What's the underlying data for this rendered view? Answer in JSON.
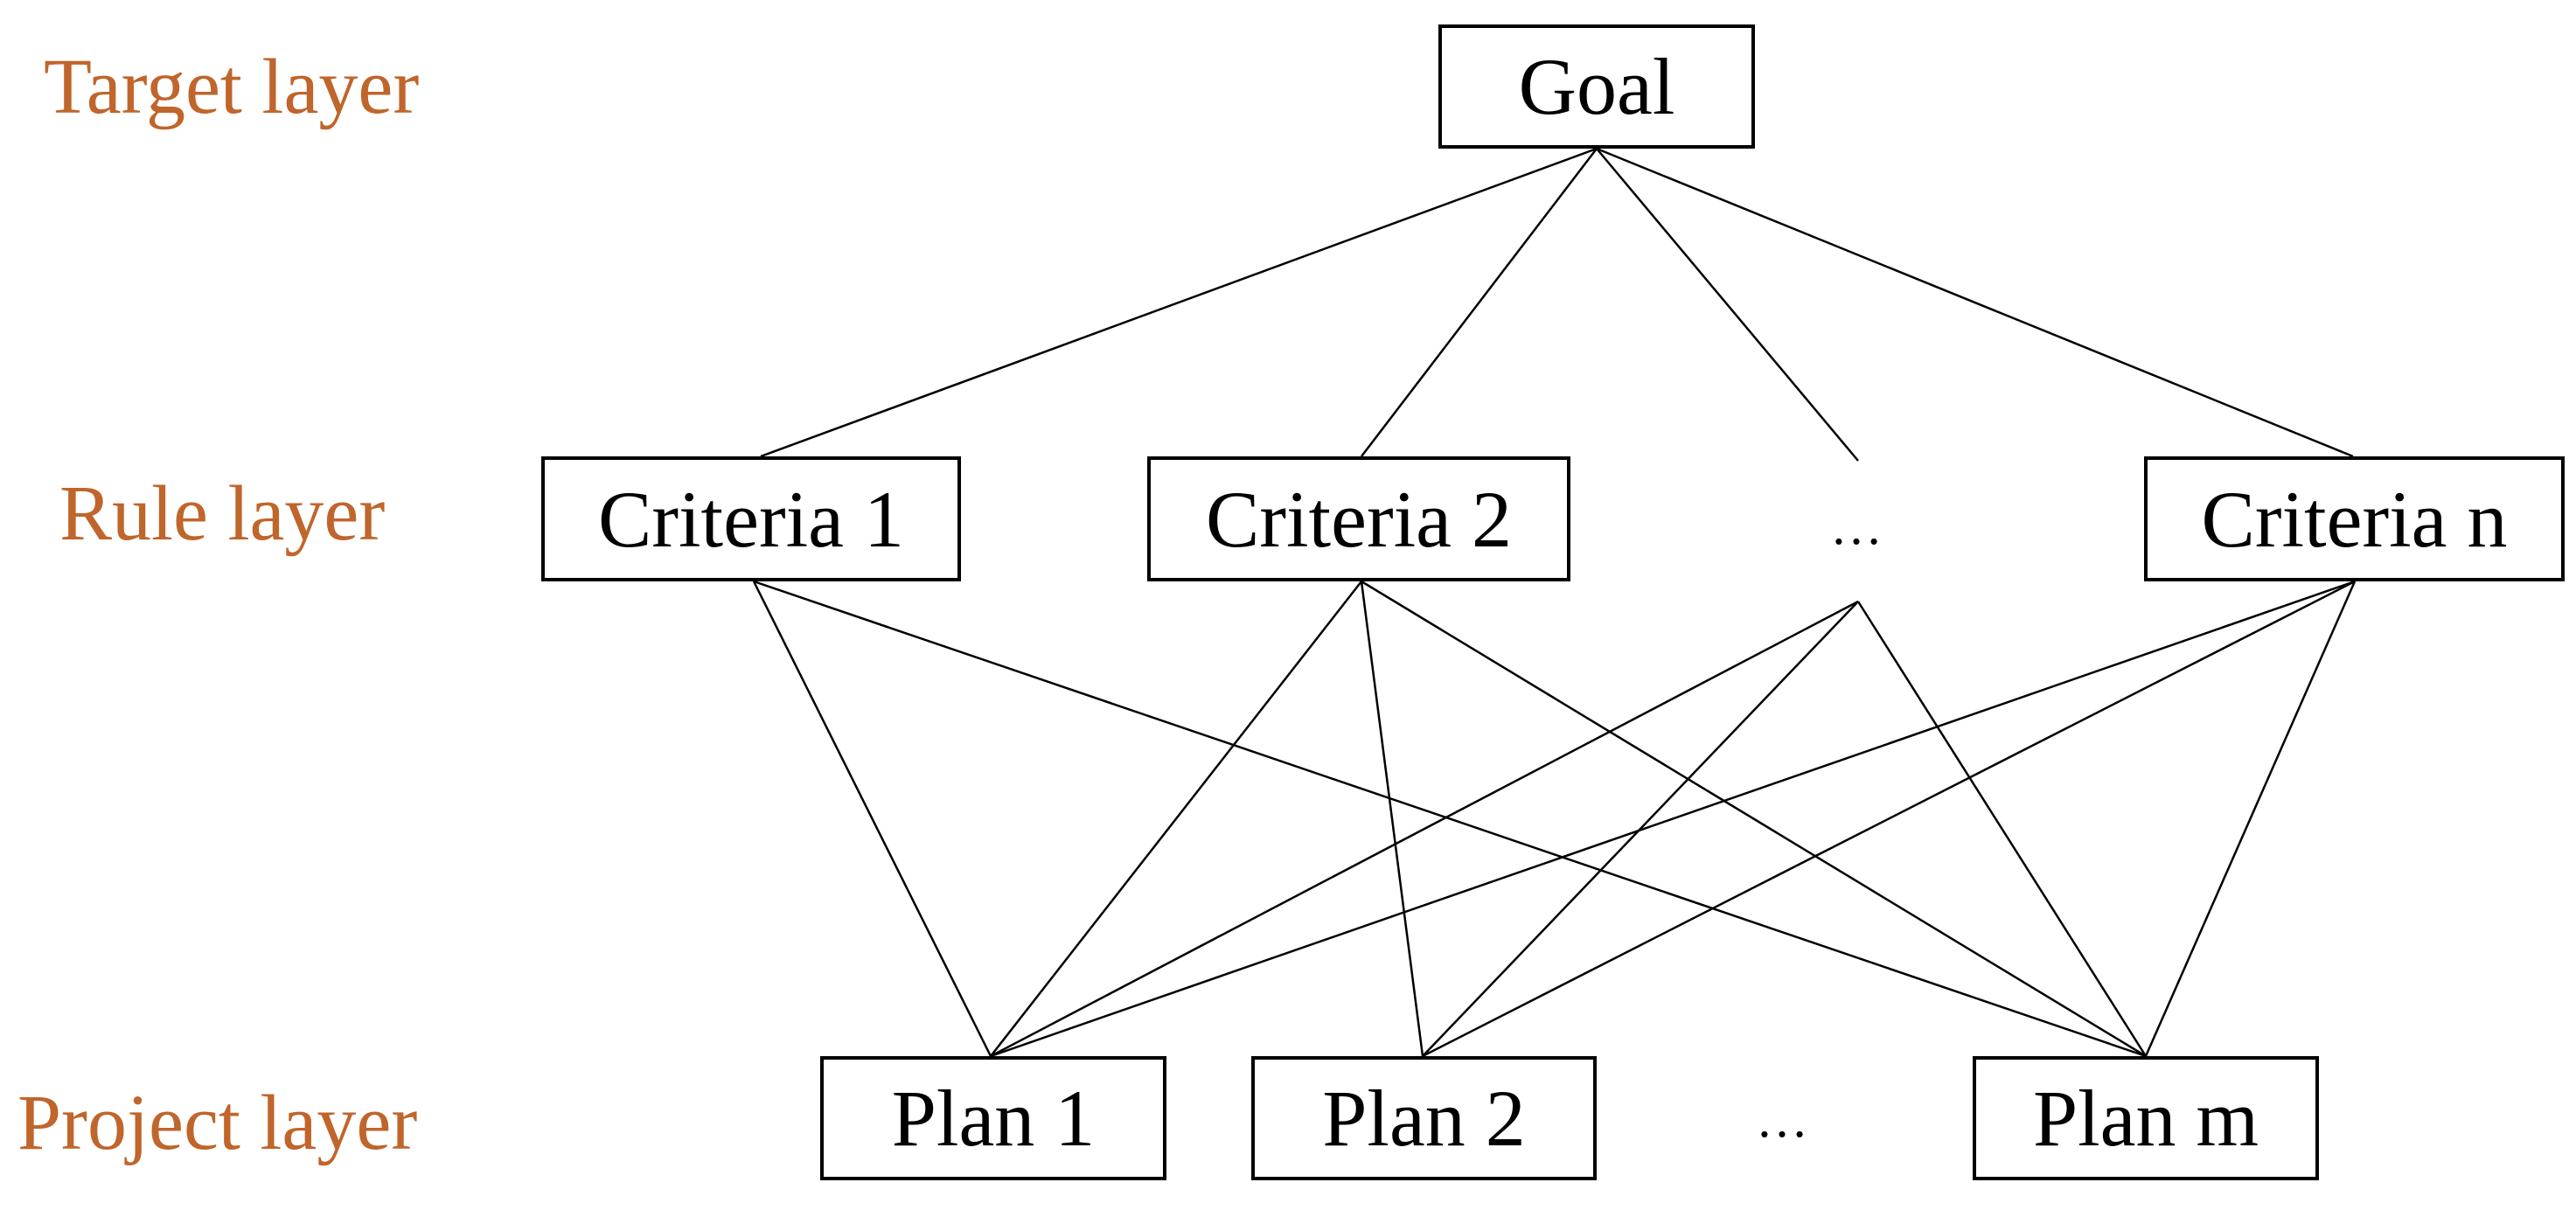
{
  "colors": {
    "label": "#c0652b",
    "box_border": "#000000",
    "line": "#000000",
    "text": "#000000"
  },
  "layers": {
    "target": "Target layer",
    "rule": "Rule layer",
    "project": "Project layer"
  },
  "goal": "Goal",
  "criteria": [
    "Criteria 1",
    "Criteria 2",
    "Criteria n"
  ],
  "criteria_ellipsis": "…",
  "plans": [
    "Plan 1",
    "Plan 2",
    "Plan m"
  ],
  "plans_ellipsis": "…"
}
